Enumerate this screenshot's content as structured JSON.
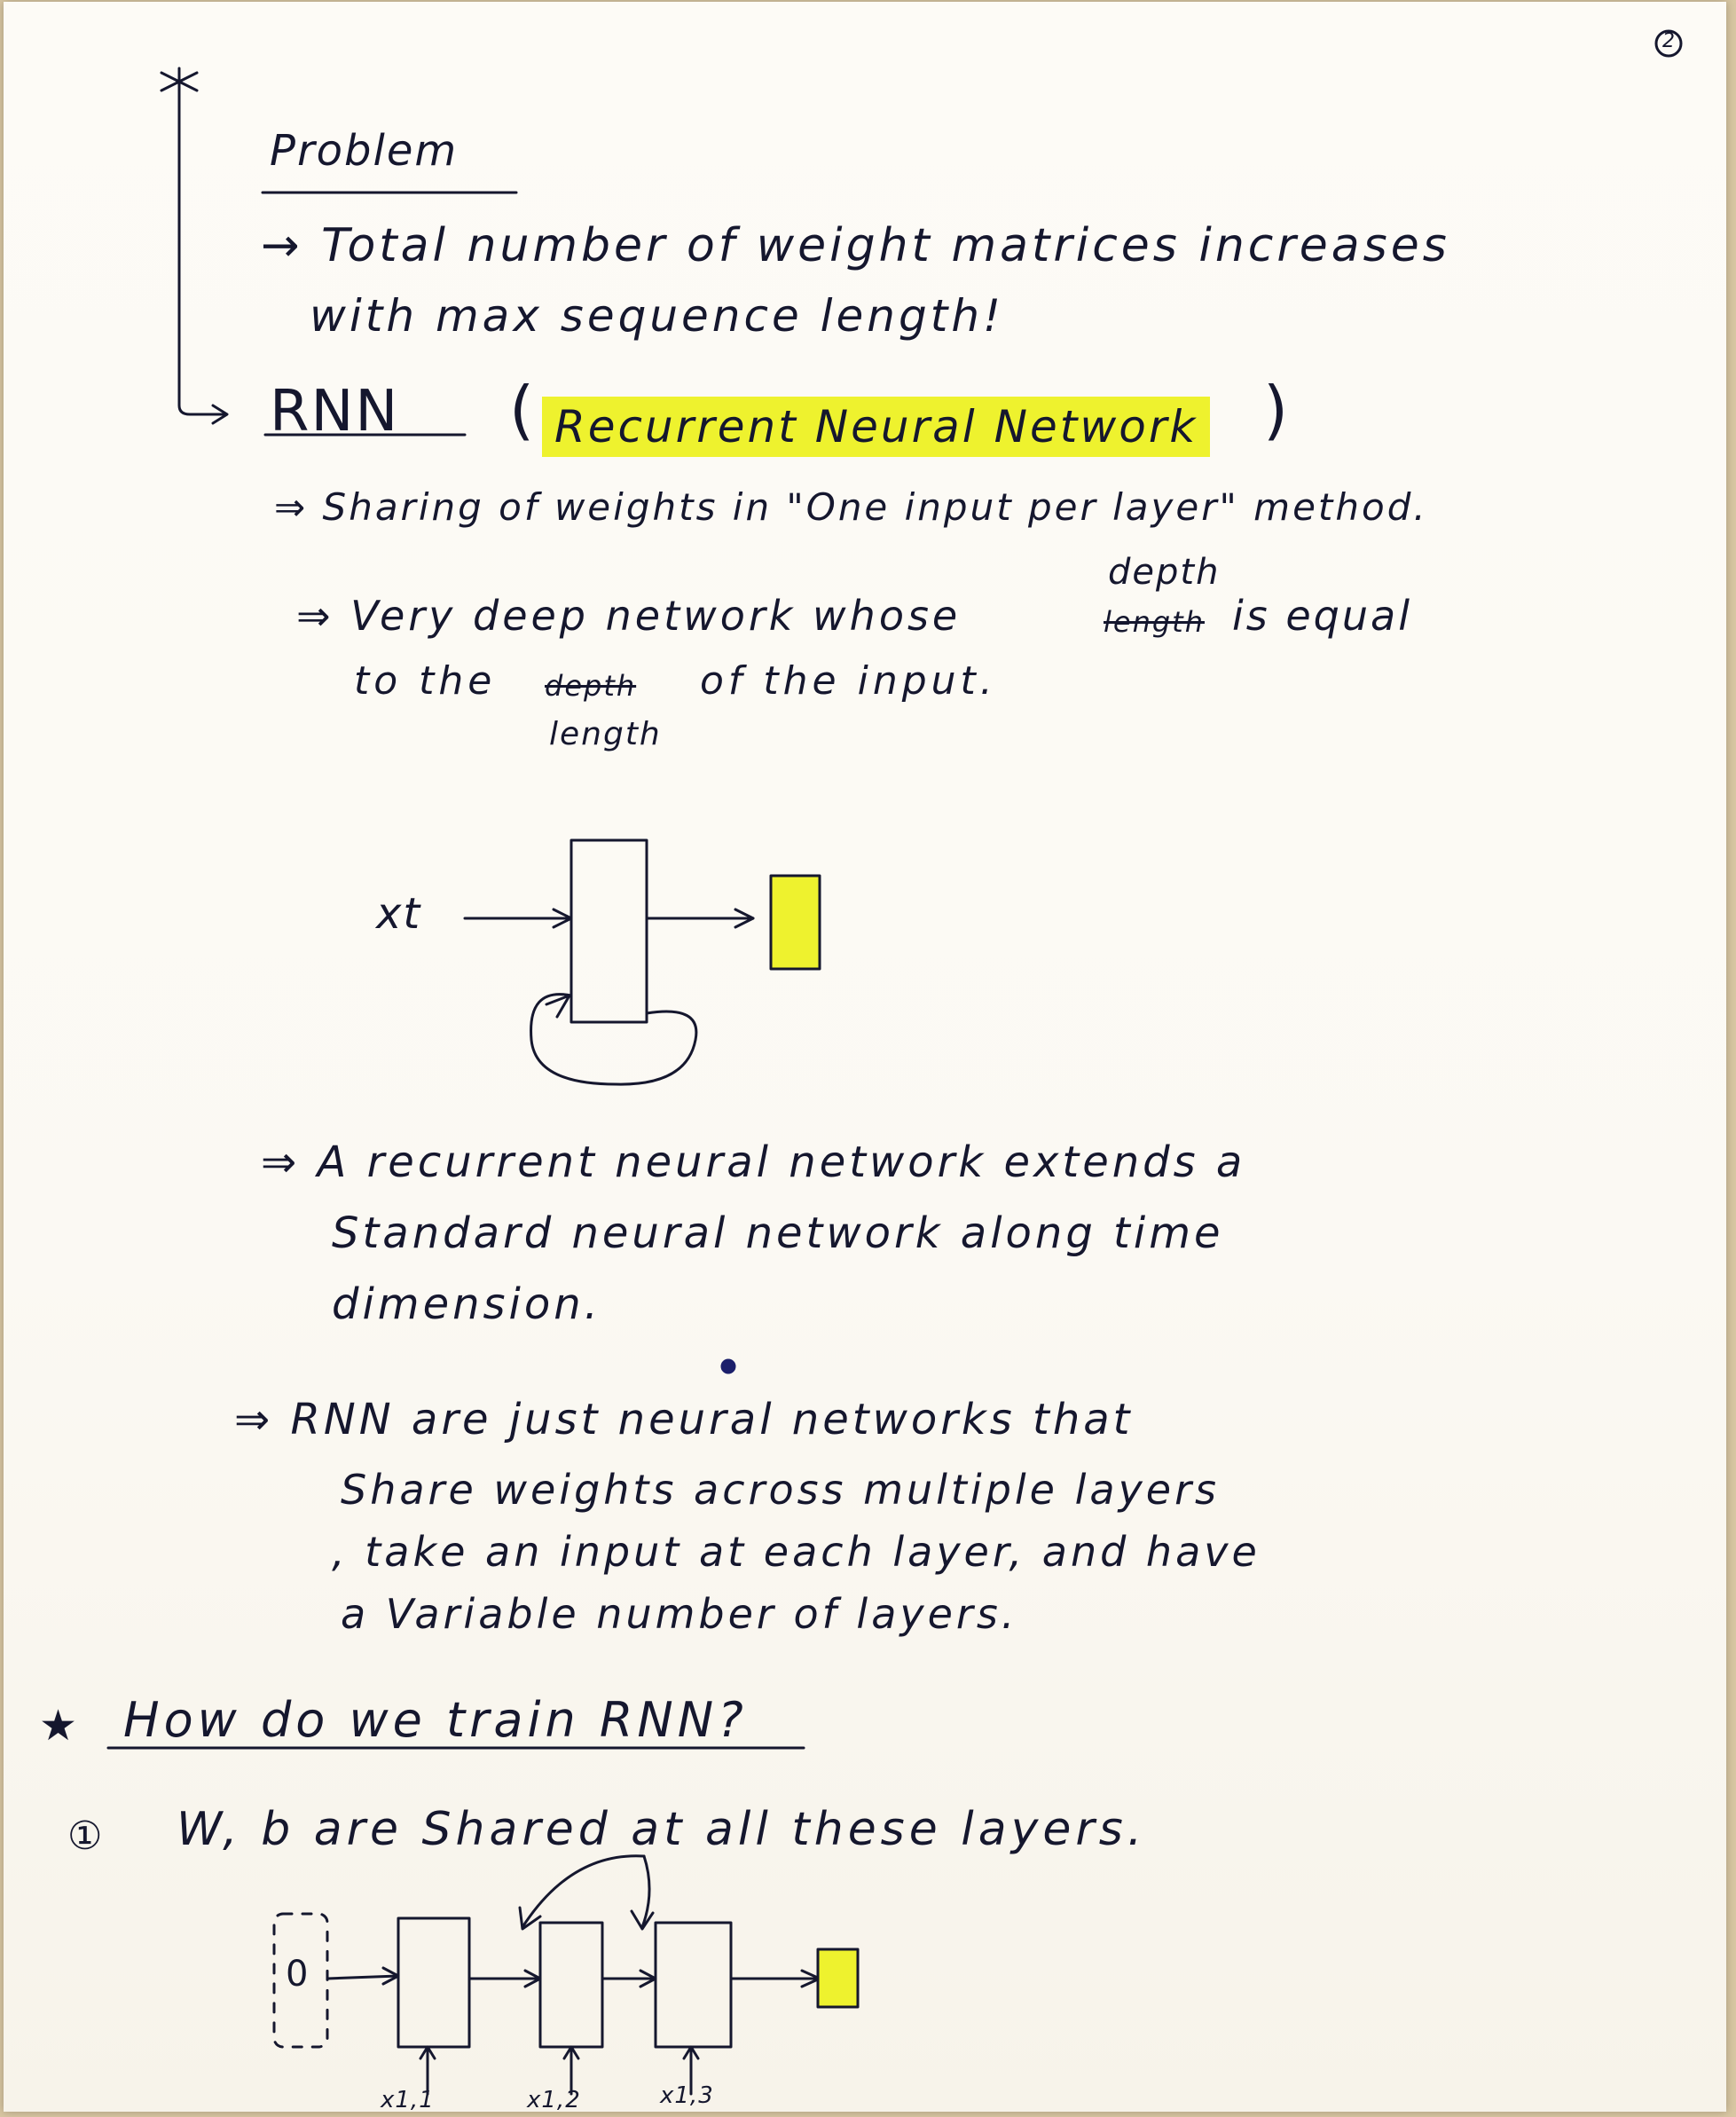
{
  "page": {
    "number": "2",
    "problem": {
      "heading": "Problem",
      "line1": "→ Total number of weight matrices increases",
      "line2": "with max sequence length!"
    },
    "rnn": {
      "acronym": "RNN",
      "open_paren": "(",
      "expansion": "Recurrent Neural Network",
      "close_paren": ")",
      "point1": "⇒ Sharing of weights in \"One input per layer\" method.",
      "point2a": "⇒ Very deep network whose",
      "point2_struck": "length",
      "point2_insert": "depth",
      "point2b": "is equal",
      "point2c": "to the",
      "point2c_struck": "depth",
      "point2d": "of the input.",
      "point2_insert2": "length"
    },
    "diagram1": {
      "input_label": "xt"
    },
    "notes": {
      "p1_line1": "⇒ A recurrent neural network extends a",
      "p1_line2": "Standard neural network along time",
      "p1_line3": "dimension.",
      "p2_line1": "⇒ RNN are just neural networks that",
      "p2_line2": "Share weights across multiple layers",
      "p2_line3": ", take an input at each layer, and have",
      "p2_line4": "a Variable number of layers."
    },
    "train": {
      "star": "★",
      "question": "How do we train RNN?",
      "step_marker": "①",
      "step1": "W, b are Shared at all these layers."
    },
    "diagram2": {
      "init": "0",
      "labels": [
        "x1,1",
        "x1,2",
        "x1,3"
      ]
    },
    "colors": {
      "ink": "#15172e",
      "highlight": "#eef22e",
      "output": "#eef22e"
    }
  }
}
